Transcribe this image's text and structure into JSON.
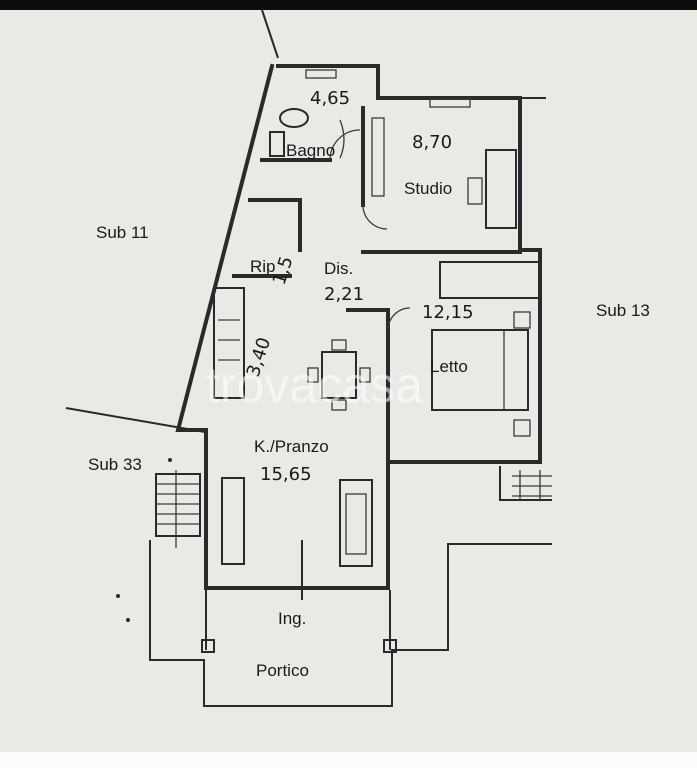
{
  "labels": {
    "sub11": "Sub 11",
    "sub13": "Sub 13",
    "sub33": "Sub 33",
    "bagno": "Bagno",
    "studio": "Studio",
    "rip": "Rip",
    "dis": "Dis.",
    "letto": "Letto",
    "kpranzo": "K./Pranzo",
    "ingresso": "Ing.",
    "portico": "Portico"
  },
  "areas": {
    "bagno": "4,65",
    "studio": "8,70",
    "dis": "2,21",
    "letto": "12,15",
    "kpranzo": "15,65",
    "rip": "1,5",
    "cucina_length": "3,40"
  },
  "watermark": "trovacasa",
  "colors": {
    "paper": "#e9e9e5",
    "ink": "#2a2a2a",
    "top_band": "#0c0c0c"
  }
}
